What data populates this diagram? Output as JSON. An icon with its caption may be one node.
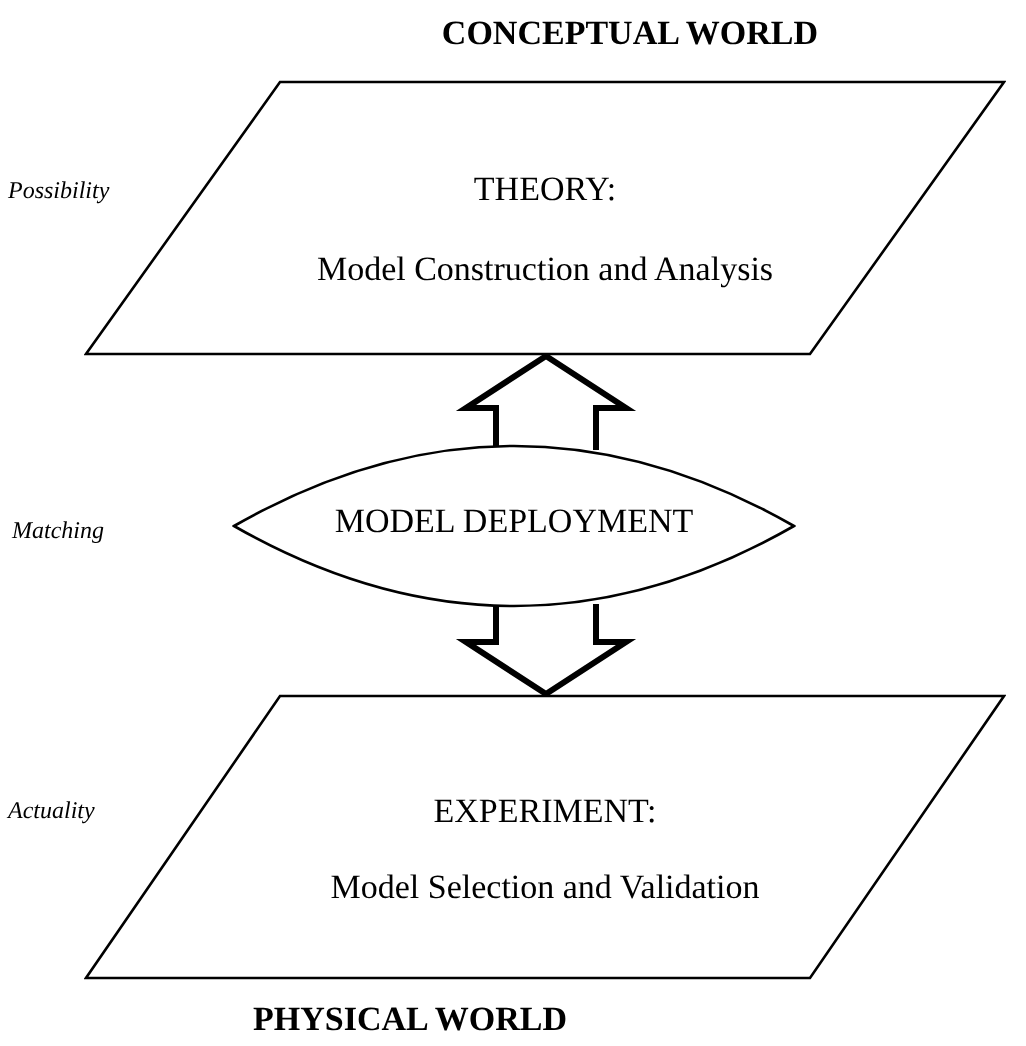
{
  "diagram": {
    "nodes": [
      {
        "text": [
          "THEORY:",
          "Model Construction and Analysis"
        ]
      },
      {
        "text": [
          "MODEL DEPLOYMENT"
        ]
      },
      {
        "text": [
          "EXPERIMENT:",
          "Model Selection and Validation"
        ]
      }
    ],
    "edges": [
      {
        "from": 1,
        "to": 0,
        "arrow": "to",
        "style": "thick"
      },
      {
        "from": 1,
        "to": 2,
        "arrow": "to",
        "style": "thick"
      }
    ],
    "labels": [
      "CONCEPTUAL WORLD",
      "Possibility",
      "Matching",
      "Actuality",
      "PHYSICAL WORLD"
    ]
  }
}
